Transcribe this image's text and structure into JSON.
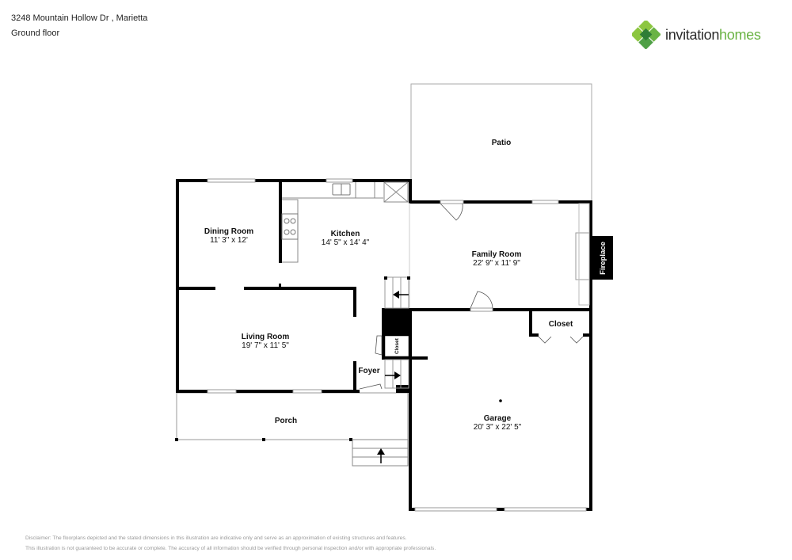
{
  "header": {
    "address": "3248 Mountain Hollow Dr , Marietta",
    "floor": "Ground floor"
  },
  "logo": {
    "brand_part1": "invitation",
    "brand_part2": "homes",
    "icon": "clover-diamond-logo-icon",
    "colors": {
      "dark_green": "#3a8f3e",
      "light_green": "#8cc63f",
      "text_dark": "#2b2b2b",
      "text_green": "#6ab344"
    }
  },
  "rooms": {
    "patio": {
      "name": "Patio"
    },
    "dining": {
      "name": "Dining Room",
      "dims": "11' 3\" x 12'"
    },
    "kitchen": {
      "name": "Kitchen",
      "dims": "14' 5\" x 14' 4\""
    },
    "family": {
      "name": "Family Room",
      "dims": "22' 9\" x 11' 9\""
    },
    "fireplace": {
      "name": "Fireplace"
    },
    "living": {
      "name": "Living Room",
      "dims": "19' 7\" x 11' 5\""
    },
    "closet_small": {
      "name": "Closet"
    },
    "closet_garage": {
      "name": "Closet"
    },
    "foyer": {
      "name": "Foyer"
    },
    "porch": {
      "name": "Porch"
    },
    "garage": {
      "name": "Garage",
      "dims": "20' 3\" x 22' 5\""
    }
  },
  "disclaimer": {
    "line1": "Disclaimer: The floorplans depicted and the stated dimensions in this illustration are indicative only and serve as an approximation of existing structures and features.",
    "line2": "This illustration is not guaranteed to be accurate or complete. The accuracy of all information should be verified through personal inspection and/or with appropriate professionals."
  }
}
